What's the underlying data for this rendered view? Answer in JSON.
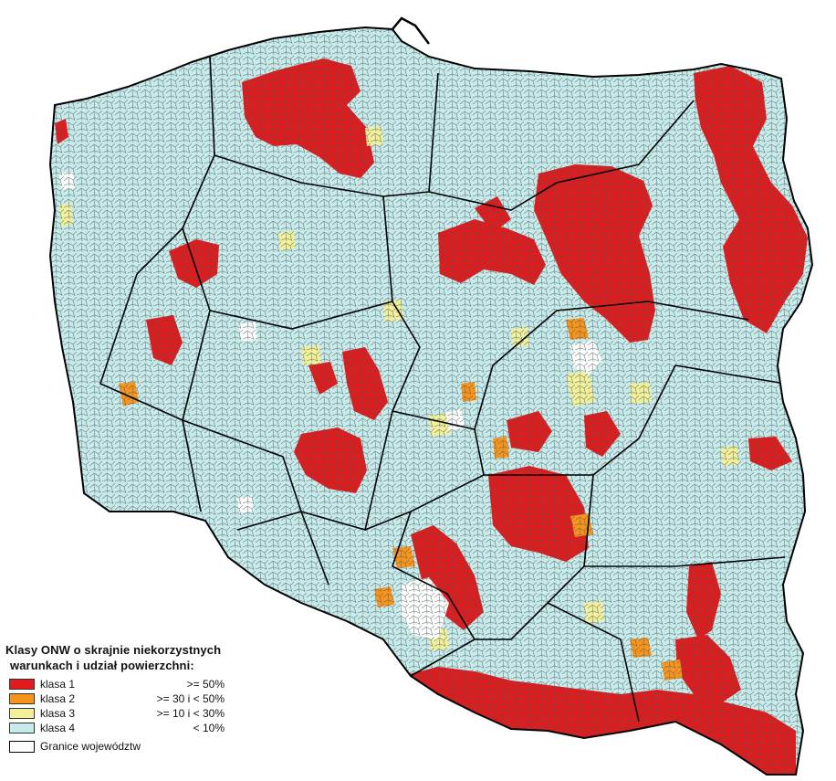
{
  "legend": {
    "title_line1": "Klasy ONW o skrajnie niekorzystnych",
    "title_line2": "warunkach i udział powierzchni:",
    "classes": [
      {
        "label": "klasa 1",
        "range": ">= 50%",
        "color": "#e31a1c"
      },
      {
        "label": "klasa 2",
        "range": ">= 30 i < 50%",
        "color": "#f7941d"
      },
      {
        "label": "klasa 3",
        "range": ">= 10 i < 30%",
        "color": "#f2f09a"
      },
      {
        "label": "klasa 4",
        "range": "< 10%",
        "color": "#c7eaea"
      }
    ],
    "border_label": "Granice województw"
  },
  "colors": {
    "class1": "#e31a1c",
    "class2": "#f7941d",
    "class3": "#f2f09a",
    "class4": "#c7eaea",
    "outline": "#1a1a1a"
  }
}
